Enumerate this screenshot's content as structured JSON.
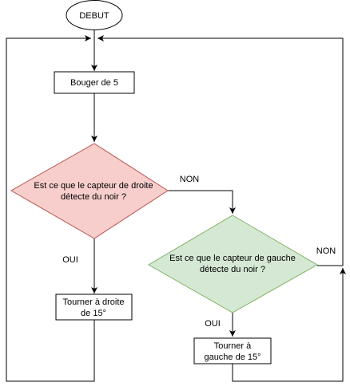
{
  "nodes": {
    "start": {
      "label": "DEBUT"
    },
    "move": {
      "label": "Bouger de 5"
    },
    "check_right": {
      "line1": "Est ce que le capteur de droite",
      "line2": "détecte du noir ?",
      "fill": "#f8cecc",
      "stroke": "#b85450"
    },
    "check_left": {
      "line1": "Est ce que le capteur de gauche",
      "line2": "détecte du noir ?",
      "fill": "#d5e8d4",
      "stroke": "#82b366"
    },
    "turn_right": {
      "line1": "Tourner à droite",
      "line2": "de 15°"
    },
    "turn_left": {
      "line1": "Tourner à",
      "line2": "gauche de 15°"
    }
  },
  "edges": {
    "right_no": "NON",
    "right_yes": "OUI",
    "left_no": "NON",
    "left_yes": "OUI"
  }
}
